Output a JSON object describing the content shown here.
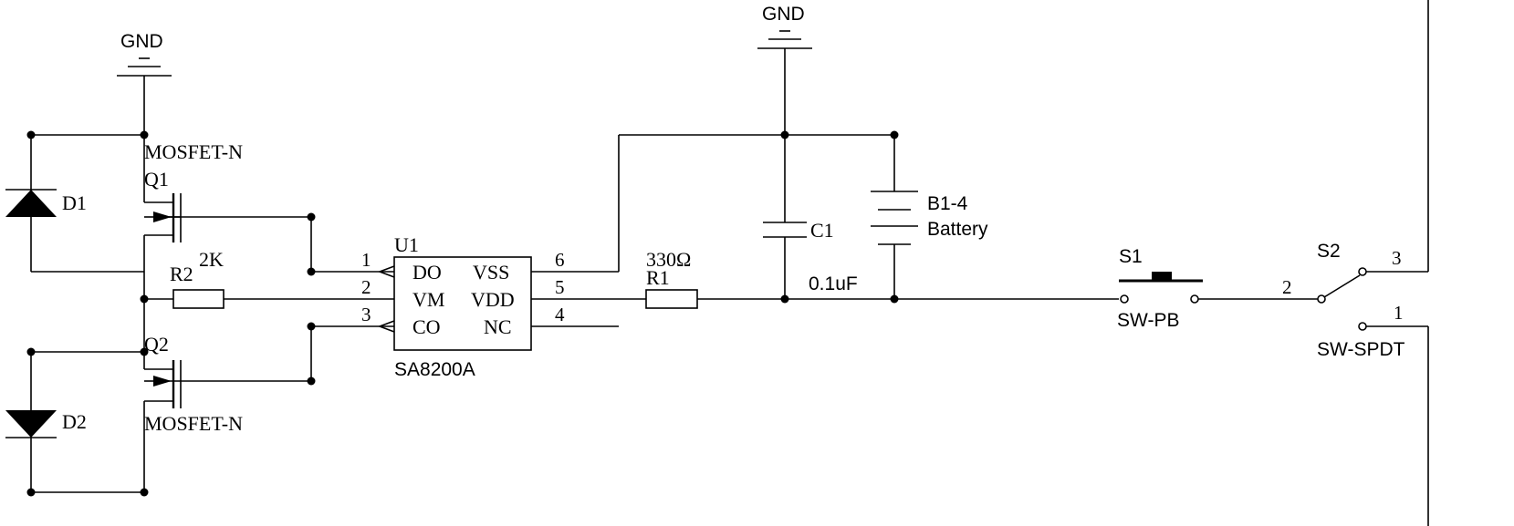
{
  "gnd_labels": {
    "left": "GND",
    "right": "GND"
  },
  "q1": {
    "type": "MOSFET-N",
    "ref": "Q1"
  },
  "q2": {
    "type": "MOSFET-N",
    "ref": "Q2"
  },
  "d1": {
    "ref": "D1"
  },
  "d2": {
    "ref": "D2"
  },
  "r2": {
    "ref": "R2",
    "value": "2K"
  },
  "u1": {
    "ref": "U1",
    "part": "SA8200A",
    "pins_left": [
      {
        "num": "1",
        "name": "DO"
      },
      {
        "num": "2",
        "name": "VM"
      },
      {
        "num": "3",
        "name": "CO"
      }
    ],
    "pins_right": [
      {
        "num": "6",
        "name": "VSS"
      },
      {
        "num": "5",
        "name": "VDD"
      },
      {
        "num": "4",
        "name": "NC"
      }
    ]
  },
  "r1": {
    "ref": "R1",
    "value": "330Ω"
  },
  "c1": {
    "ref": "C1",
    "value": "0.1uF"
  },
  "battery": {
    "ref": "B1-4",
    "label": "Battery"
  },
  "s1": {
    "ref": "S1",
    "type": "SW-PB"
  },
  "s2": {
    "ref": "S2",
    "type": "SW-SPDT",
    "pins": [
      "2",
      "3",
      "1"
    ]
  }
}
